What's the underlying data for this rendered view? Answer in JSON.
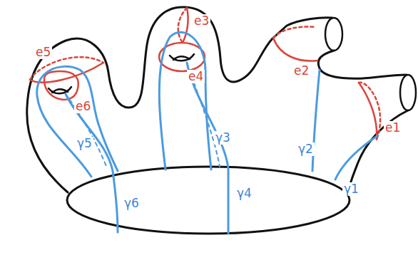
{
  "diagram": {
    "labels": [
      "e5",
      "e6",
      "e3",
      "e4",
      "e2",
      "e1",
      "γ5",
      "γ3",
      "γ2",
      "γ1",
      "γ6",
      "γ4"
    ]
  }
}
